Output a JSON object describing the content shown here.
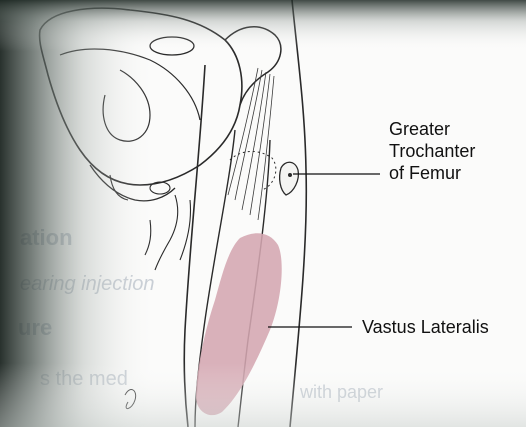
{
  "labels": {
    "greater_trochanter": [
      "Greater",
      "Trochanter",
      "of Femur"
    ],
    "vastus_lateralis": "Vastus Lateralis"
  },
  "background_text": {
    "faint_words": [
      "ation",
      "earing",
      "injection",
      "ure",
      "s the med",
      "with paper"
    ]
  },
  "colors": {
    "paper": "#fbfbfa",
    "shadow": "#2f3a36",
    "ink": "#2a2a2a",
    "muscle": "#d4a6b0"
  }
}
